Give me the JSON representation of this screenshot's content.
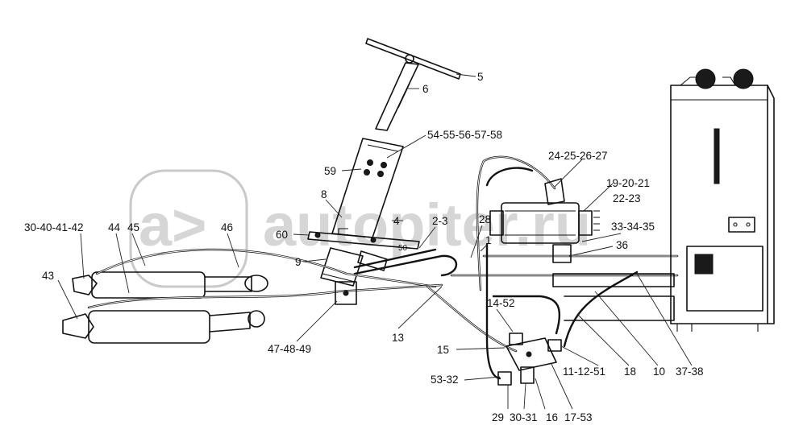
{
  "watermark": {
    "badge_text": "a>",
    "site_text": "autopiter.ru"
  },
  "labels": {
    "l5": "5",
    "l6": "6",
    "l54_58": "54-55-56-57-58",
    "l59": "59",
    "l8": "8",
    "l4": "4",
    "l60": "60",
    "l50": "50",
    "l9": "9",
    "l2_3": "2-3",
    "l28": "28",
    "l1": "1",
    "l24_27": "24-25-26-27",
    "l19_21": "19-20-21",
    "l22_23": "22-23",
    "l33_35": "33-34-35",
    "l36": "36",
    "l30_42": "30-40-41-42",
    "l44": "44",
    "l45": "45",
    "l46": "46",
    "l43": "43",
    "l47_49": "47-48-49",
    "l13": "13",
    "l14_52": "14-52",
    "l15": "15",
    "l53_32": "53-32",
    "l29": "29",
    "l30_31": "30-31",
    "l16": "16",
    "l17_53": "17-53",
    "l11_51": "11-12-51",
    "l18": "18",
    "l10": "10",
    "l37_38": "37-38"
  }
}
